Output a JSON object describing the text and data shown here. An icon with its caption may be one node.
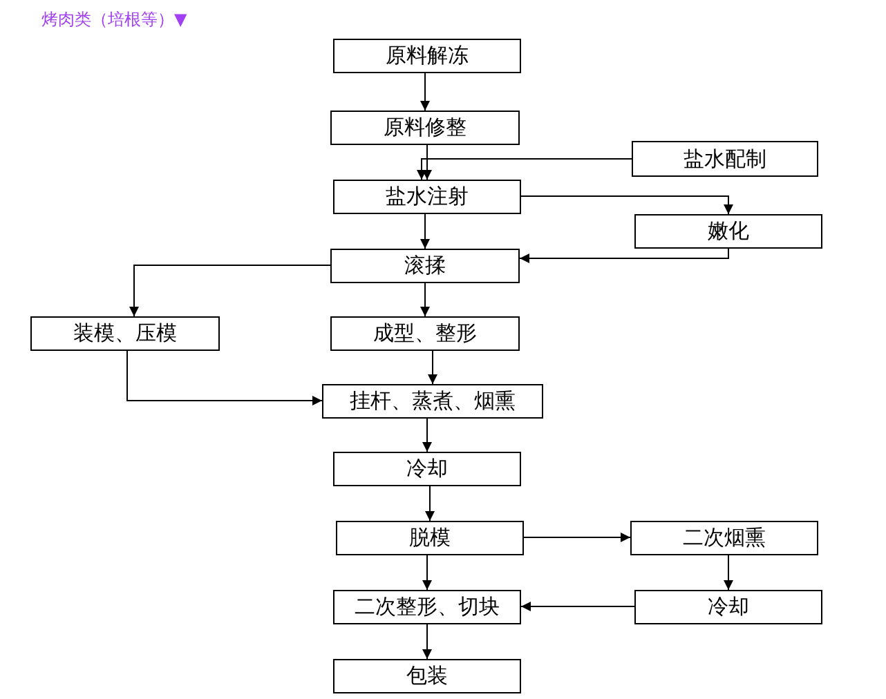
{
  "diagram": {
    "title": "烤肉类（培根等）▼",
    "nodes": [
      {
        "text": [
          "原料解冻"
        ]
      },
      {
        "text": [
          "原料修整"
        ]
      },
      {
        "text": [
          "盐水配制"
        ]
      },
      {
        "text": [
          "盐水注射"
        ]
      },
      {
        "text": [
          "嫩化"
        ]
      },
      {
        "text": [
          "滚揉"
        ]
      },
      {
        "text": [
          "装模、压模"
        ]
      },
      {
        "text": [
          "成型、整形"
        ]
      },
      {
        "text": [
          "挂杆、蒸煮、烟熏"
        ]
      },
      {
        "text": [
          "冷却"
        ]
      },
      {
        "text": [
          "脱模"
        ]
      },
      {
        "text": [
          "二次烟熏"
        ]
      },
      {
        "text": [
          "二次整形、切块"
        ]
      },
      {
        "text": [
          "冷却"
        ]
      },
      {
        "text": [
          "包装"
        ]
      }
    ],
    "edges": [
      {
        "from": 0,
        "to": 1,
        "arrow": "to"
      },
      {
        "from": 1,
        "to": 3,
        "arrow": "to"
      },
      {
        "from": 2,
        "to": 3,
        "arrow": "to"
      },
      {
        "from": 3,
        "to": 4,
        "arrow": "to"
      },
      {
        "from": 3,
        "to": 5,
        "arrow": "to"
      },
      {
        "from": 4,
        "to": 5,
        "arrow": "to"
      },
      {
        "from": 5,
        "to": 6,
        "arrow": "to"
      },
      {
        "from": 5,
        "to": 7,
        "arrow": "to"
      },
      {
        "from": 6,
        "to": 8,
        "arrow": "to"
      },
      {
        "from": 7,
        "to": 8,
        "arrow": "to"
      },
      {
        "from": 8,
        "to": 9,
        "arrow": "to"
      },
      {
        "from": 9,
        "to": 10,
        "arrow": "to"
      },
      {
        "from": 10,
        "to": 11,
        "arrow": "to"
      },
      {
        "from": 11,
        "to": 13,
        "arrow": "to"
      },
      {
        "from": 13,
        "to": 12,
        "arrow": "to"
      },
      {
        "from": 10,
        "to": 12,
        "arrow": "to"
      },
      {
        "from": 12,
        "to": 14,
        "arrow": "to"
      }
    ]
  }
}
